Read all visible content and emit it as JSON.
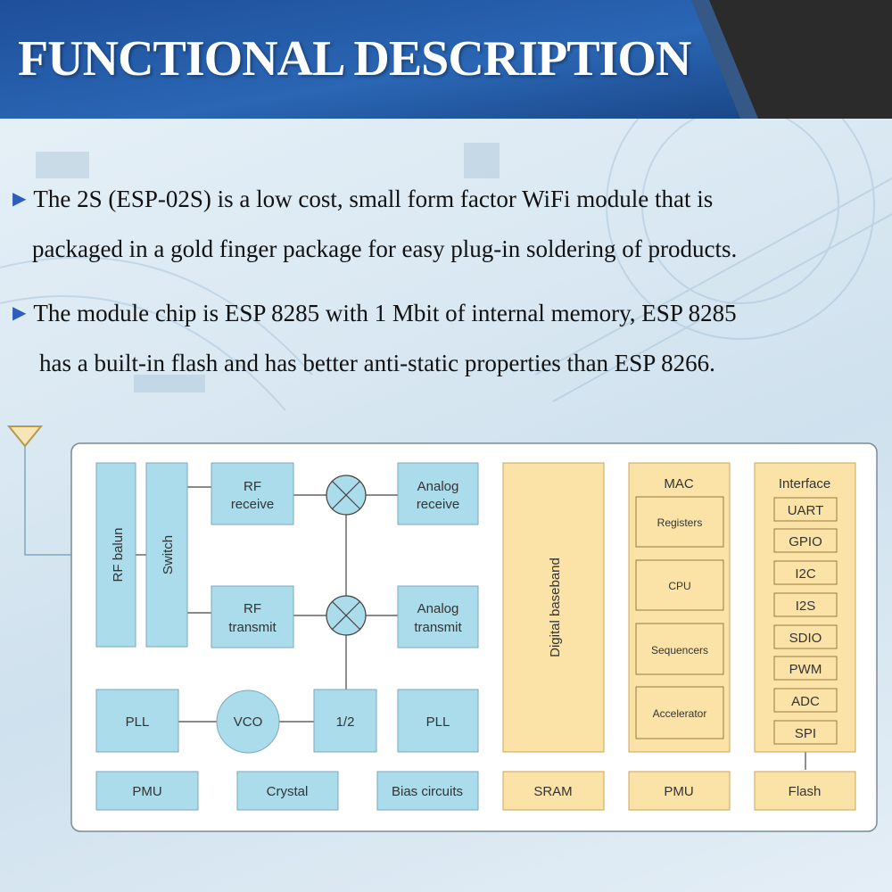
{
  "header": {
    "title": "FUNCTIONAL DESCRIPTION"
  },
  "bullets": [
    {
      "line1": "The 2S (ESP-02S) is a low cost, small form factor WiFi module that is",
      "line2": "packaged in a gold finger package for easy plug-in soldering of products."
    },
    {
      "line1": "The module chip is ESP 8285 with 1 Mbit of internal memory, ESP 8285",
      "line2": "has a built-in flash and has better anti-static properties than ESP 8266."
    }
  ],
  "diagram": {
    "rf": {
      "rf_balun": "RF balun",
      "switch": "Switch",
      "rf_receive_1": "RF",
      "rf_receive_2": "receive",
      "rf_transmit_1": "RF",
      "rf_transmit_2": "transmit",
      "analog_receive_1": "Analog",
      "analog_receive_2": "receive",
      "analog_transmit_1": "Analog",
      "analog_transmit_2": "transmit",
      "pll_left": "PLL",
      "vco": "VCO",
      "half": "1/2",
      "pll_right": "PLL",
      "pmu": "PMU",
      "crystal": "Crystal",
      "bias": "Bias circuits"
    },
    "digital": {
      "baseband": "Digital baseband",
      "sram": "SRAM",
      "mac_title": "MAC",
      "mac_items": [
        "Registers",
        "CPU",
        "Sequencers",
        "Accelerator"
      ],
      "pmu": "PMU",
      "interface_title": "Interface",
      "interface_items": [
        "UART",
        "GPIO",
        "I2C",
        "I2S",
        "SDIO",
        "PWM",
        "ADC",
        "SPI"
      ],
      "flash": "Flash"
    },
    "colors": {
      "blue_fill": "#aadcec",
      "blue_stroke": "#7ba9bd",
      "yellow_fill": "#fbe3a8",
      "yellow_stroke": "#c9a55a",
      "line": "#444444",
      "panel": "#ffffff"
    }
  }
}
